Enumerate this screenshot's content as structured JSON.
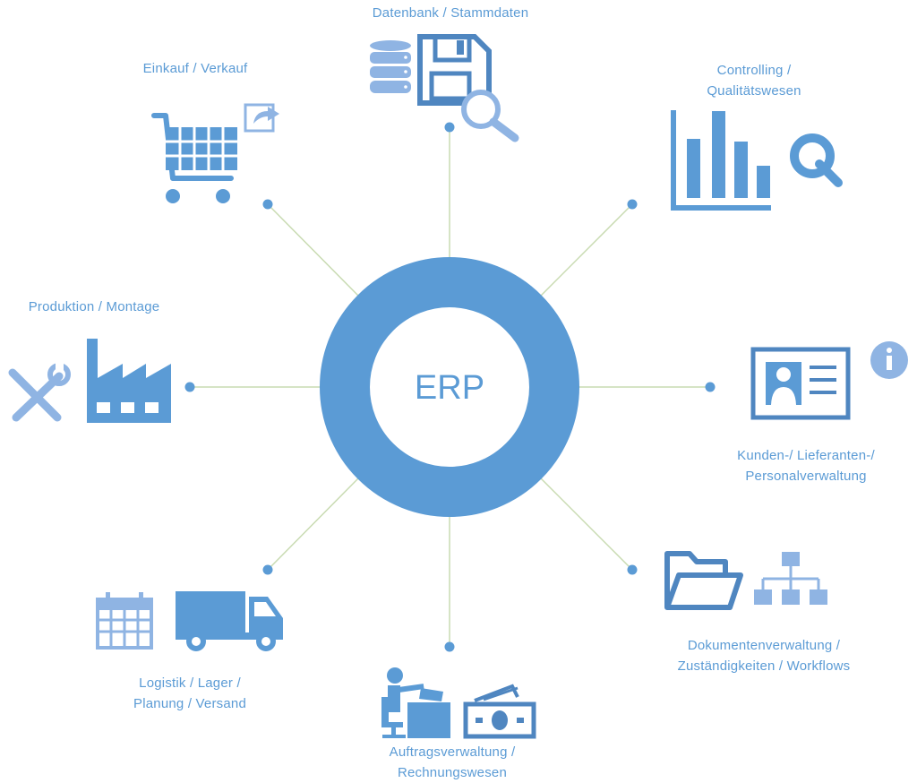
{
  "center": {
    "label": "ERP"
  },
  "colors": {
    "ring": "#5b9bd5",
    "icon_dark": "#4f86c0",
    "icon_light": "#8fb4e3",
    "label_text": "#5b9bd5",
    "connector": "#c9dbb2"
  },
  "modules": [
    {
      "id": "datenbank",
      "label_lines": [
        "Datenbank / Stammdaten"
      ],
      "icons": [
        "database-icon",
        "floppy-disk-icon",
        "magnifier-icon"
      ]
    },
    {
      "id": "controlling",
      "label_lines": [
        "Controlling /",
        "Qualitätswesen"
      ],
      "icons": [
        "bar-chart-icon",
        "quality-q-icon"
      ]
    },
    {
      "id": "kunden",
      "label_lines": [
        "Kunden-/ Lieferanten-/",
        "Personalverwaltung"
      ],
      "icons": [
        "id-card-icon",
        "info-icon"
      ]
    },
    {
      "id": "dokumente",
      "label_lines": [
        "Dokumentenverwaltung /",
        "Zuständigkeiten / Workflows"
      ],
      "icons": [
        "folder-icon",
        "org-chart-icon"
      ]
    },
    {
      "id": "auftrag",
      "label_lines": [
        "Auftragsverwaltung /",
        "Rechnungswesen"
      ],
      "icons": [
        "desk-worker-icon",
        "banknote-icon"
      ]
    },
    {
      "id": "logistik",
      "label_lines": [
        "Logistik / Lager /",
        "Planung / Versand"
      ],
      "icons": [
        "calendar-icon",
        "truck-icon"
      ]
    },
    {
      "id": "produktion",
      "label_lines": [
        "Produktion / Montage"
      ],
      "icons": [
        "tools-icon",
        "factory-icon"
      ]
    },
    {
      "id": "einkauf",
      "label_lines": [
        "Einkauf / Verkauf"
      ],
      "icons": [
        "shopping-cart-icon",
        "share-icon"
      ]
    }
  ]
}
